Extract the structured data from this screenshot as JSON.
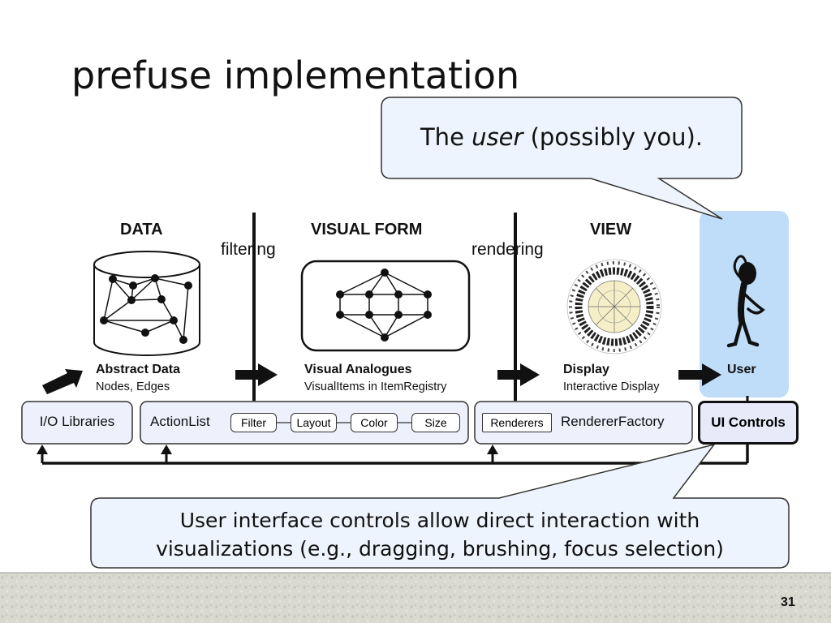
{
  "slide": {
    "title": "prefuse implementation",
    "page_number": "31"
  },
  "callout_top": {
    "prefix": "The ",
    "emphasis": "user",
    "suffix": " (possibly you)."
  },
  "columns": {
    "data": "DATA",
    "visual_form": "VISUAL FORM",
    "view": "VIEW"
  },
  "stages": {
    "filtering": "filtering",
    "rendering": "rendering"
  },
  "captions": {
    "abstract_title": "Abstract Data",
    "abstract_sub": "Nodes, Edges",
    "visual_title": "Visual Analogues",
    "visual_sub": "VisualItems in ItemRegistry",
    "display_title": "Display",
    "display_sub": "Interactive Display",
    "user_title": "User"
  },
  "boxes": {
    "io": "I/O Libraries",
    "actionlist": "ActionList",
    "actions": [
      "Filter",
      "Layout",
      "Color",
      "Size"
    ],
    "renderers": "Renderers",
    "renderer_factory": "RendererFactory",
    "ui_controls": "UI Controls"
  },
  "callout_bottom": {
    "line1": "User interface controls allow direct interaction with",
    "line2": "visualizations (e.g., dragging, brushing, focus selection)"
  },
  "colors": {
    "user_highlight": "#bfdcf8",
    "callout_fill": "#eef4fd",
    "box_fill": "#eef0fc",
    "display_center": "#f5eec6"
  },
  "icons": [
    "database-icon",
    "graph-icon",
    "radial-display-icon",
    "stick-figure-user-icon",
    "arrow-icon"
  ]
}
